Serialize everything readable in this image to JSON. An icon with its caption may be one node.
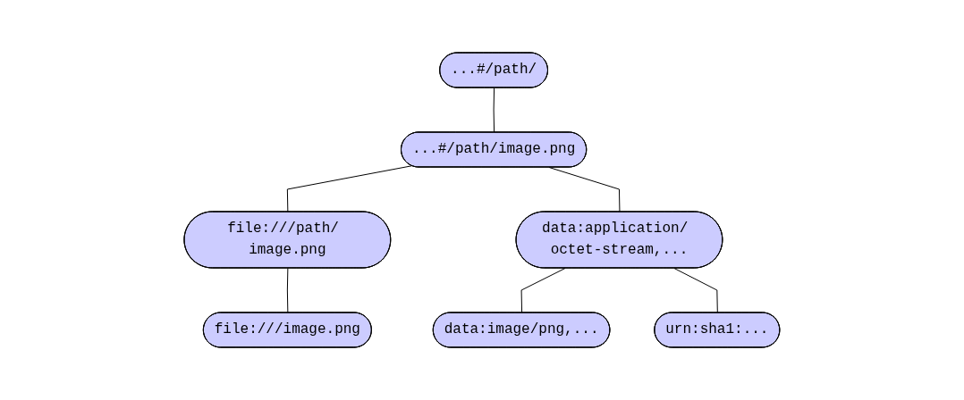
{
  "diagram": {
    "nodes": [
      {
        "text": [
          "...#/path/"
        ]
      },
      {
        "text": [
          "...#/path/image.png"
        ]
      },
      {
        "text": [
          "file:///path/ image.png"
        ]
      },
      {
        "text": [
          "data:application/ octet-stream,..."
        ]
      },
      {
        "text": [
          "file:///image.png"
        ]
      },
      {
        "text": [
          "urn:sha1:..."
        ]
      },
      {
        "text": [
          "data:image/png,..."
        ]
      }
    ],
    "edges": [
      {
        "from": 0,
        "to": 1,
        "arrow": "none"
      },
      {
        "from": 1,
        "to": 2,
        "arrow": "none"
      },
      {
        "from": 1,
        "to": 3,
        "arrow": "none"
      },
      {
        "from": 2,
        "to": 4,
        "arrow": "none"
      },
      {
        "from": 3,
        "to": 6,
        "arrow": "none"
      },
      {
        "from": 3,
        "to": 5,
        "arrow": "none"
      }
    ]
  }
}
